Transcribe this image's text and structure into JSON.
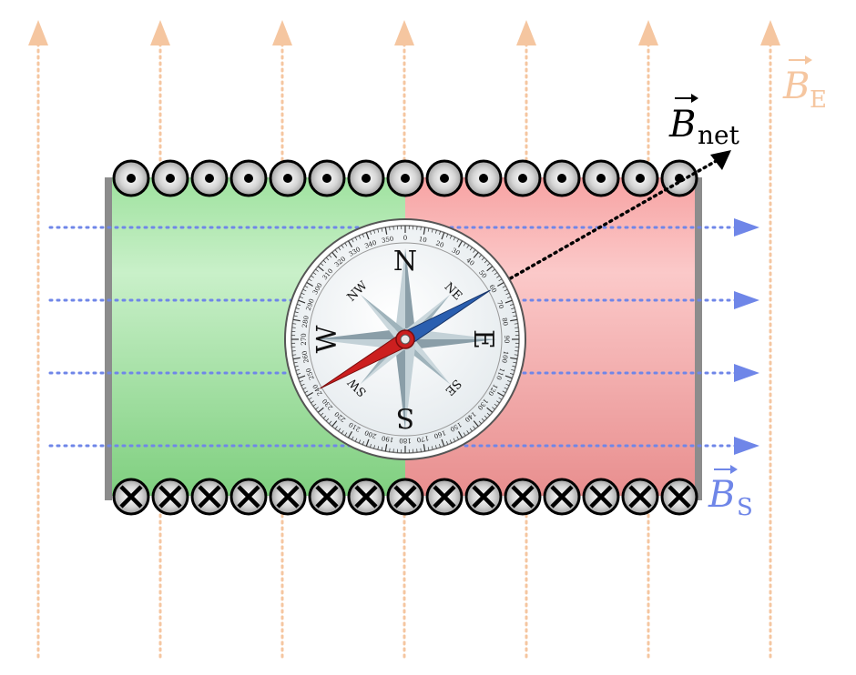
{
  "labels": {
    "earth_field": {
      "symbol": "B",
      "subscript": "E",
      "color": "#f5c6a0"
    },
    "solenoid_field": {
      "symbol": "B",
      "subscript": "S",
      "color": "#6f86e8"
    },
    "net_field": {
      "symbol": "B",
      "subscript": "net",
      "color": "#000000"
    }
  },
  "compass": {
    "cardinals": [
      "N",
      "E",
      "S",
      "W"
    ],
    "intercardinals": [
      "NE",
      "SE",
      "SW",
      "NW"
    ],
    "degree_step": 10,
    "needle_bearing_deg": 60
  },
  "colors": {
    "north_pole_region": "#9be39b",
    "south_pole_region": "#f7a3a3",
    "earth_field_lines": "#f5c6a0",
    "solenoid_field_lines": "#6f86e8",
    "needle_north": "#2a5fb0",
    "needle_south": "#cc1f1f"
  },
  "wire_symbols": {
    "top_row": "out-of-page",
    "bottom_row": "into-page",
    "count_per_row": 15
  }
}
